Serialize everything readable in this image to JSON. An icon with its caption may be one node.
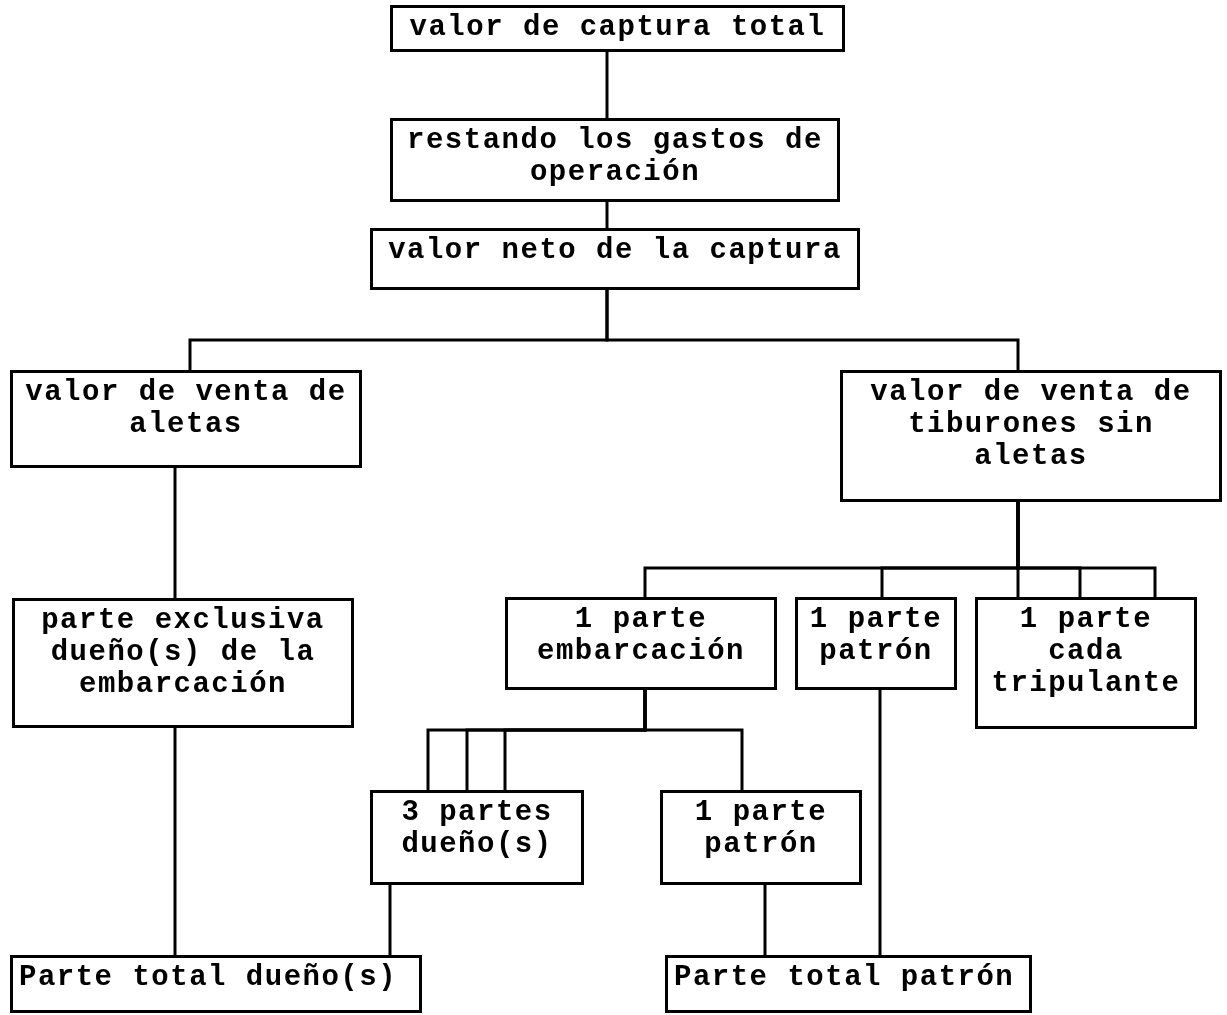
{
  "diagram": {
    "nodes": [
      {
        "text": [
          "valor de captura total"
        ]
      },
      {
        "text": [
          "restando los gastos de operación"
        ]
      },
      {
        "text": [
          "valor neto de la captura"
        ]
      },
      {
        "text": [
          "valor de venta de aletas"
        ]
      },
      {
        "text": [
          "valor de venta de tiburones sin aletas"
        ]
      },
      {
        "text": [
          "parte exclusiva dueño(s) de la embarcación"
        ]
      },
      {
        "text": [
          "1 parte embarcación"
        ]
      },
      {
        "text": [
          "1 parte patrón"
        ]
      },
      {
        "text": [
          "1 parte cada tripulante"
        ]
      },
      {
        "text": [
          "3 partes dueño(s)"
        ]
      },
      {
        "text": [
          "1 parte patrón"
        ]
      },
      {
        "text": [
          "Parte total dueño(s)"
        ]
      },
      {
        "text": [
          "Parte total patrón"
        ]
      }
    ],
    "edges": [
      {
        "from": 0,
        "to": 1,
        "arrow": "none"
      },
      {
        "from": 1,
        "to": 2,
        "arrow": "none"
      },
      {
        "from": 2,
        "to": 3,
        "arrow": "none"
      },
      {
        "from": 2,
        "to": 4,
        "arrow": "none"
      },
      {
        "from": 3,
        "to": 5,
        "arrow": "none"
      },
      {
        "from": 4,
        "to": 6,
        "arrow": "none"
      },
      {
        "from": 4,
        "to": 7,
        "arrow": "none"
      },
      {
        "from": 4,
        "to": 8,
        "arrow": "none"
      },
      {
        "from": 4,
        "to": 8,
        "arrow": "none"
      },
      {
        "from": 4,
        "to": 8,
        "arrow": "none"
      },
      {
        "from": 6,
        "to": 9,
        "arrow": "none"
      },
      {
        "from": 6,
        "to": 9,
        "arrow": "none"
      },
      {
        "from": 6,
        "to": 9,
        "arrow": "none"
      },
      {
        "from": 6,
        "to": 10,
        "arrow": "none"
      },
      {
        "from": 5,
        "to": 11,
        "arrow": "none"
      },
      {
        "from": 9,
        "to": 11,
        "arrow": "none"
      },
      {
        "from": 10,
        "to": 12,
        "arrow": "none"
      },
      {
        "from": 7,
        "to": 12,
        "arrow": "none"
      }
    ]
  }
}
